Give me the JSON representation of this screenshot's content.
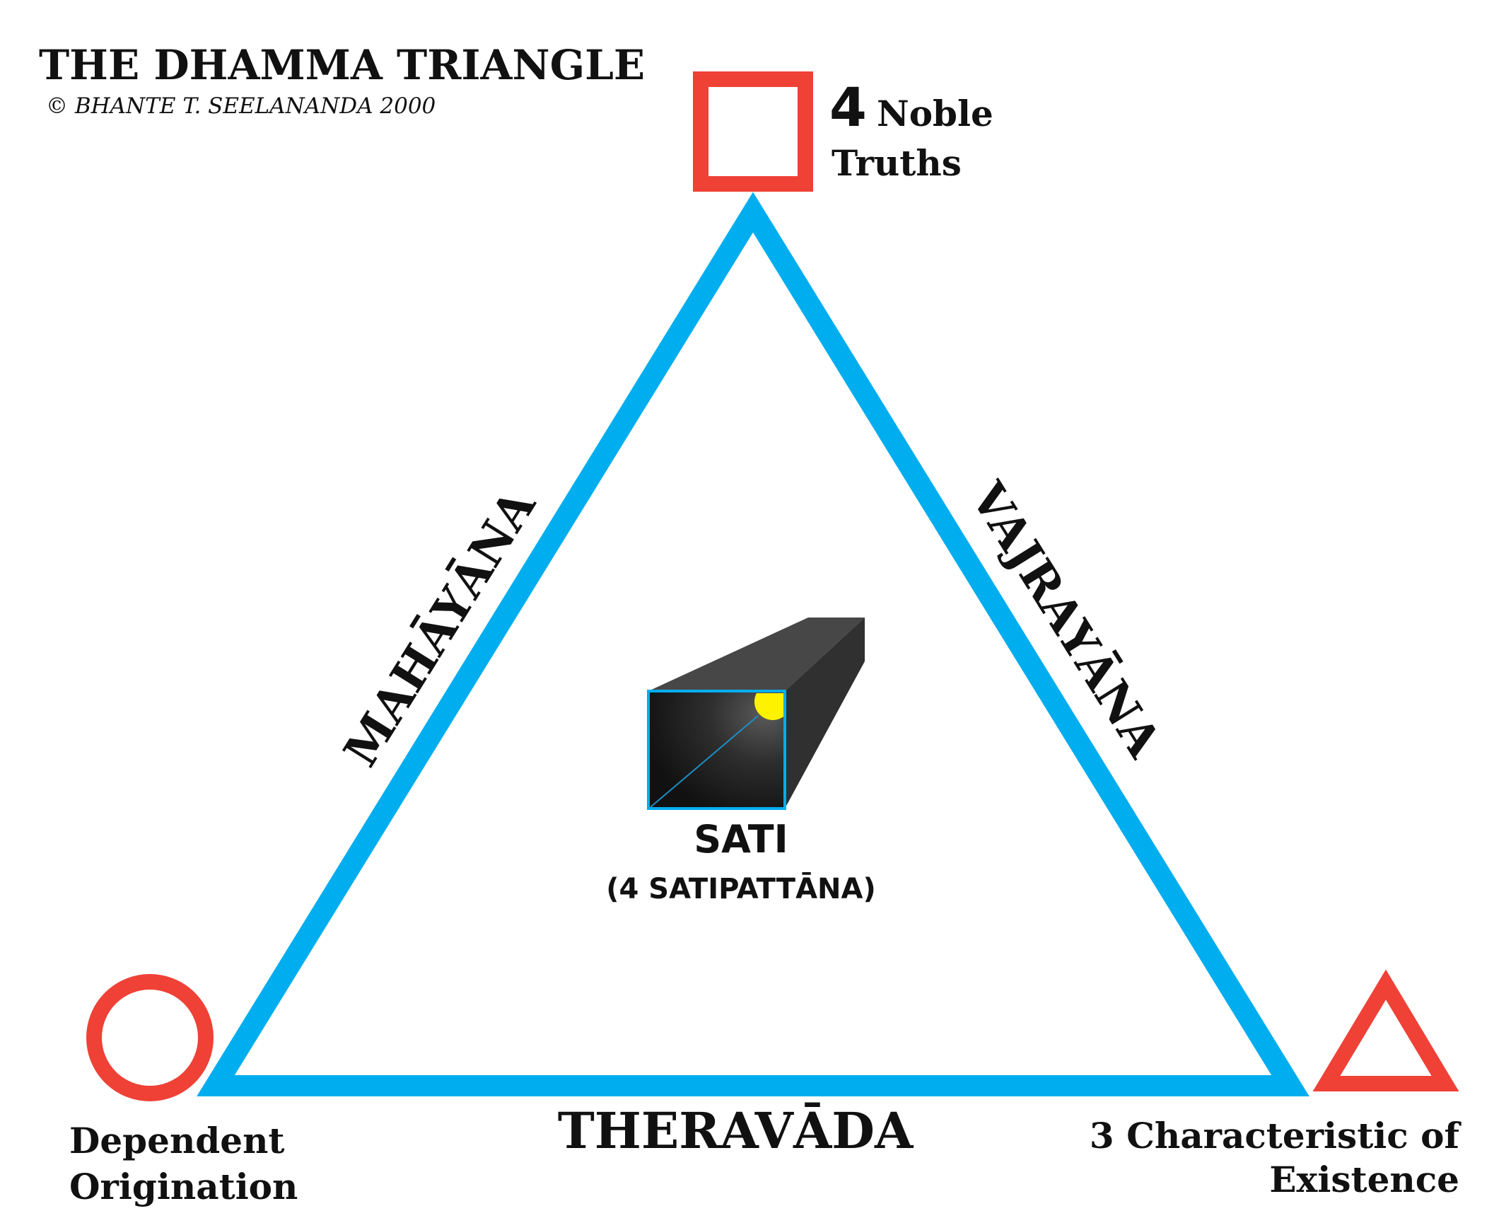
{
  "title": "THE DHAMMA TRIANGLE",
  "copyright": "© BHANTE T. SEELANANDA 2000",
  "corners": {
    "top": {
      "number": "4",
      "line1": "Noble",
      "line2": "Truths",
      "shape": "square"
    },
    "bottom_left": {
      "line1": "Dependent",
      "line2": "Origination",
      "shape": "circle"
    },
    "bottom_right": {
      "line1": "3 Characteristic of",
      "line2": "Existence",
      "shape": "triangle"
    }
  },
  "sides": {
    "left": "MAHĀYĀNA",
    "right": "VAJRAYĀNA",
    "bottom": "THERAVĀDA"
  },
  "center": {
    "label": "SATI",
    "sublabel": "(4 SATIPATTĀNA)",
    "icon": "tunnel-with-light-icon"
  },
  "colors": {
    "triangle": "#00aeef",
    "marker": "#ef4136",
    "tunnel": "#2b2b2b",
    "light": "#fff200",
    "text": "#111111"
  }
}
